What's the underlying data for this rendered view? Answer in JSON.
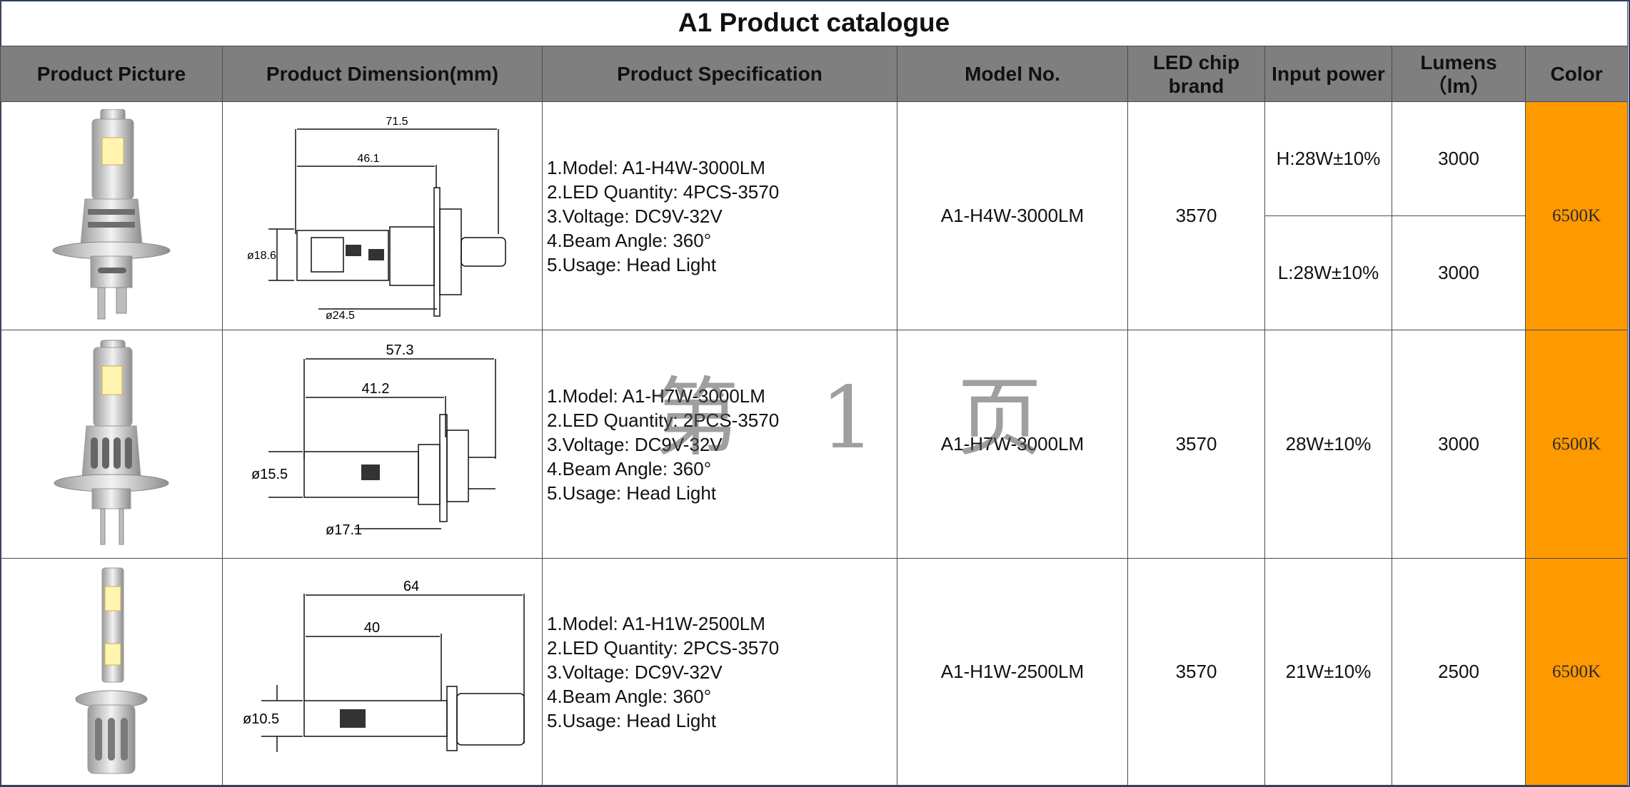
{
  "title": "A1 Product catalogue",
  "headers": {
    "picture": "Product Picture",
    "dimension": "Product Dimension(mm)",
    "spec": "Product Specification",
    "model": "Model No.",
    "chip_line1": "LED chip",
    "chip_line2": "brand",
    "power": "Input power",
    "lumens_line1": "Lumens",
    "lumens_line2": "（lm）",
    "color": "Color"
  },
  "rows": [
    {
      "dims": {
        "length": "71.5",
        "body": "46.1",
        "dia": "ø18.6",
        "base": "ø24.5"
      },
      "spec": [
        "1.Model: A1-H4W-3000LM",
        "2.LED Quantity: 4PCS-3570",
        "3.Voltage: DC9V-32V",
        "4.Beam Angle: 360°",
        "5.Usage: Head Light"
      ],
      "model": "A1-H4W-3000LM",
      "chip": "3570",
      "power_high": "H:28W±10%",
      "lumens_high": "3000",
      "power_low": "L:28W±10%",
      "lumens_low": "3000",
      "color": "6500K"
    },
    {
      "dims": {
        "length": "57.3",
        "body": "41.2",
        "dia": "ø15.5",
        "base": "ø17.1"
      },
      "spec": [
        "1.Model: A1-H7W-3000LM",
        "2.LED Quantity: 2PCS-3570",
        "3.Voltage: DC9V-32V",
        "4.Beam Angle: 360°",
        "5.Usage: Head Light"
      ],
      "model": "A1-H7W-3000LM",
      "chip": "3570",
      "power": "28W±10%",
      "lumens": "3000",
      "color": "6500K"
    },
    {
      "dims": {
        "length": "64",
        "body": "40",
        "dia": "ø10.5"
      },
      "spec": [
        "1.Model: A1-H1W-2500LM",
        "2.LED Quantity: 2PCS-3570",
        "3.Voltage: DC9V-32V",
        "4.Beam Angle: 360°",
        "5.Usage: Head Light"
      ],
      "model": "A1-H1W-2500LM",
      "chip": "3570",
      "power": "21W±10%",
      "lumens": "2500",
      "color": "6500K"
    }
  ],
  "watermark": "第 1 页",
  "colors": {
    "header_bg": "#7f7f7f",
    "color_cell": "#ff9900",
    "frame": "#2c3e66"
  }
}
